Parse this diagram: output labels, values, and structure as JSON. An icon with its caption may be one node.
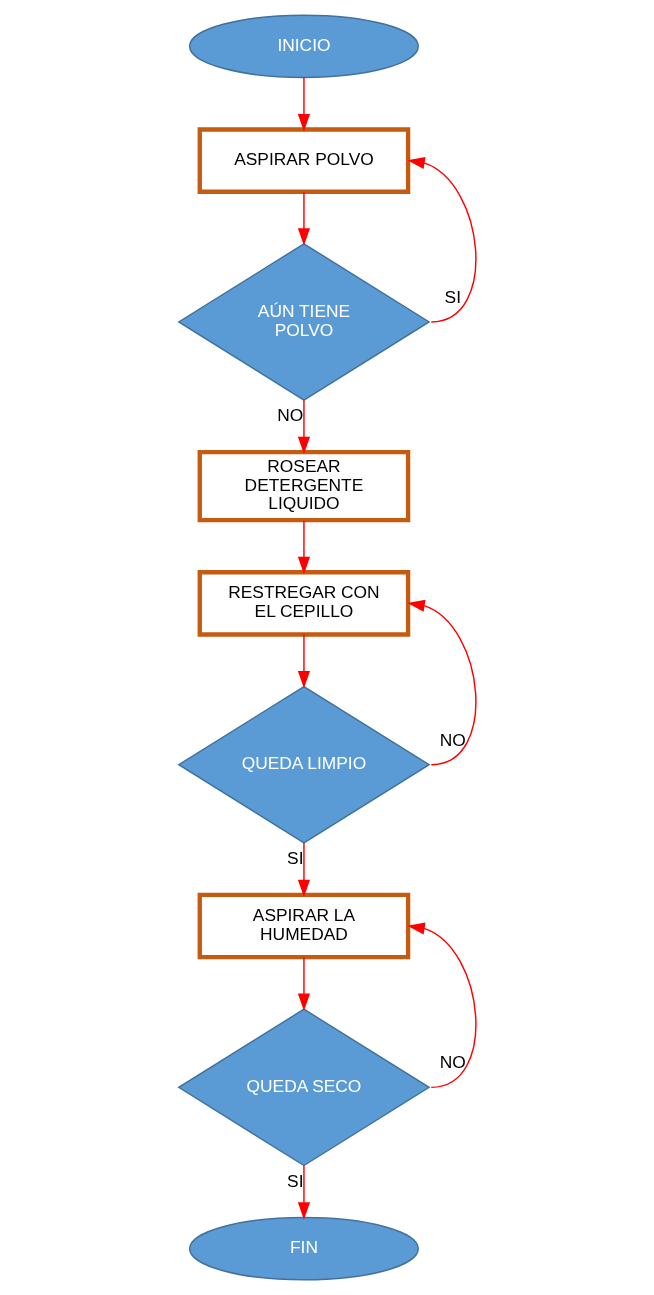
{
  "diagram": {
    "nodes": [
      {
        "text": [
          "INICIO"
        ]
      },
      {
        "text": [
          "ASPIRAR POLVO"
        ]
      },
      {
        "text": [
          "AÚN TIENE POLVO"
        ]
      },
      {
        "text": [
          "ROSEAR DETERGENTE LIQUIDO"
        ]
      },
      {
        "text": [
          "RESTREGAR CON EL CEPILLO"
        ]
      },
      {
        "text": [
          "QUEDA LIMPIO"
        ]
      },
      {
        "text": [
          "ASPIRAR LA HUMEDAD"
        ]
      },
      {
        "text": [
          "QUEDA SECO"
        ]
      },
      {
        "text": [
          "FIN"
        ]
      }
    ],
    "edges": [
      {
        "from": 0,
        "to": 1,
        "arrow": "to"
      },
      {
        "from": 1,
        "to": 2,
        "arrow": "to"
      },
      {
        "from": 2,
        "to": 1,
        "arrow": "to",
        "label": "SI"
      },
      {
        "from": 2,
        "to": 3,
        "arrow": "to",
        "label": "NO"
      },
      {
        "from": 3,
        "to": 4,
        "arrow": "to"
      },
      {
        "from": 4,
        "to": 5,
        "arrow": "to"
      },
      {
        "from": 5,
        "to": 4,
        "arrow": "to",
        "label": "NO"
      },
      {
        "from": 5,
        "to": 6,
        "arrow": "to",
        "label": "SI"
      },
      {
        "from": 6,
        "to": 7,
        "arrow": "to"
      },
      {
        "from": 7,
        "to": 6,
        "arrow": "to",
        "label": "NO"
      },
      {
        "from": 7,
        "to": 8,
        "arrow": "to",
        "label": "SI"
      }
    ]
  }
}
